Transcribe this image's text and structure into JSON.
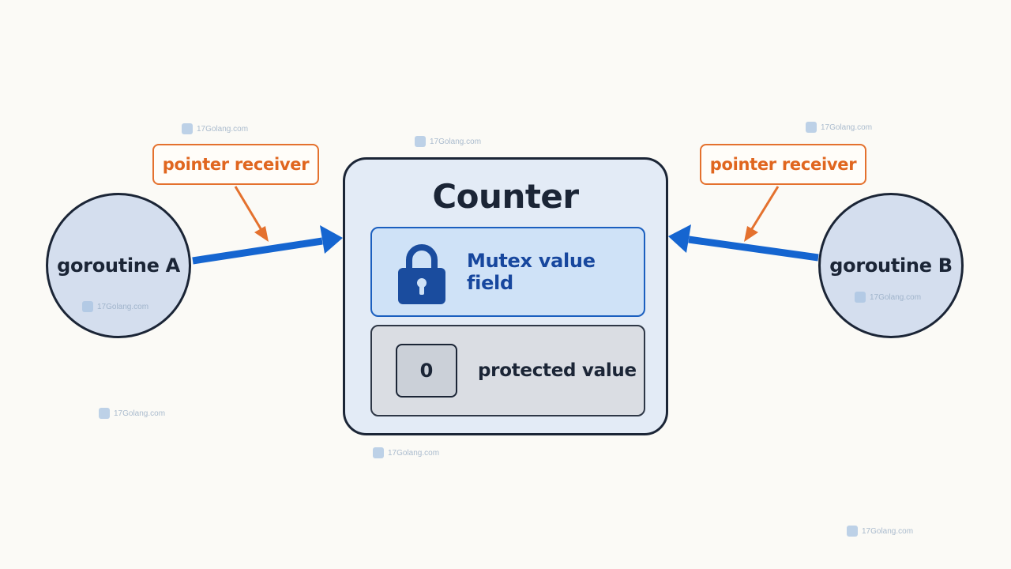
{
  "diagram": {
    "goroutine_a": "goroutine A",
    "goroutine_b": "goroutine B",
    "callout_left": "pointer receiver",
    "callout_right": "pointer receiver",
    "counter_title": "Counter",
    "mutex_label": "Mutex value field",
    "value_display": "0",
    "value_label": "protected value"
  },
  "colors": {
    "arrow": "#1565d0",
    "callout": "#e4712e",
    "mutex": "#1b5fbf",
    "outline": "#1b2536"
  },
  "icons": {
    "lock": "padlock-icon"
  },
  "watermarks": [
    "17Golang.com",
    "17Golang.com",
    "17Golang.com",
    "17Golang.com",
    "17Golang.com",
    "17Golang.com",
    "17Golang.com",
    "17Golang.com"
  ]
}
